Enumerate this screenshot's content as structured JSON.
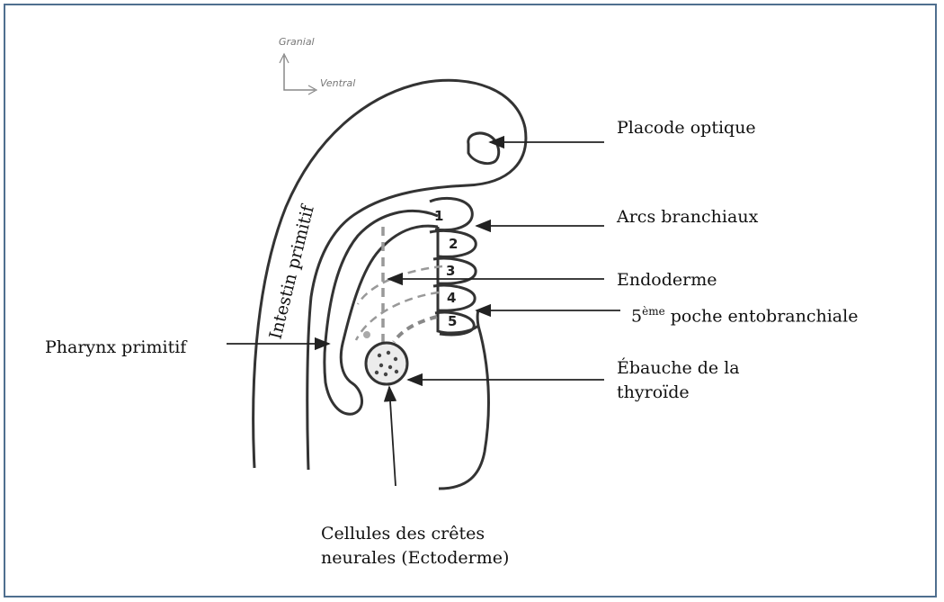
{
  "orientation": {
    "up": "Granial",
    "right": "Ventral"
  },
  "wall_text": "Intestin primitif",
  "arc_numbers": [
    "1",
    "2",
    "3",
    "4",
    "5"
  ],
  "labels": {
    "placode": "Placode optique",
    "arcs": "Arcs branchiaux",
    "endoderme": "Endoderme",
    "poche_num": "5",
    "poche_sup": "ème",
    "poche_text": " poche entobranchiale",
    "ebauche_line1": "Ébauche de la",
    "ebauche_line2": "thyroïde",
    "pharynx": "Pharynx primitif",
    "cellules_line1": "Cellules des crêtes",
    "cellules_line2": "neurales (Ectoderme)"
  },
  "colors": {
    "frame": "#4f6f8f",
    "stroke": "#333333",
    "dashed": "#999999"
  }
}
